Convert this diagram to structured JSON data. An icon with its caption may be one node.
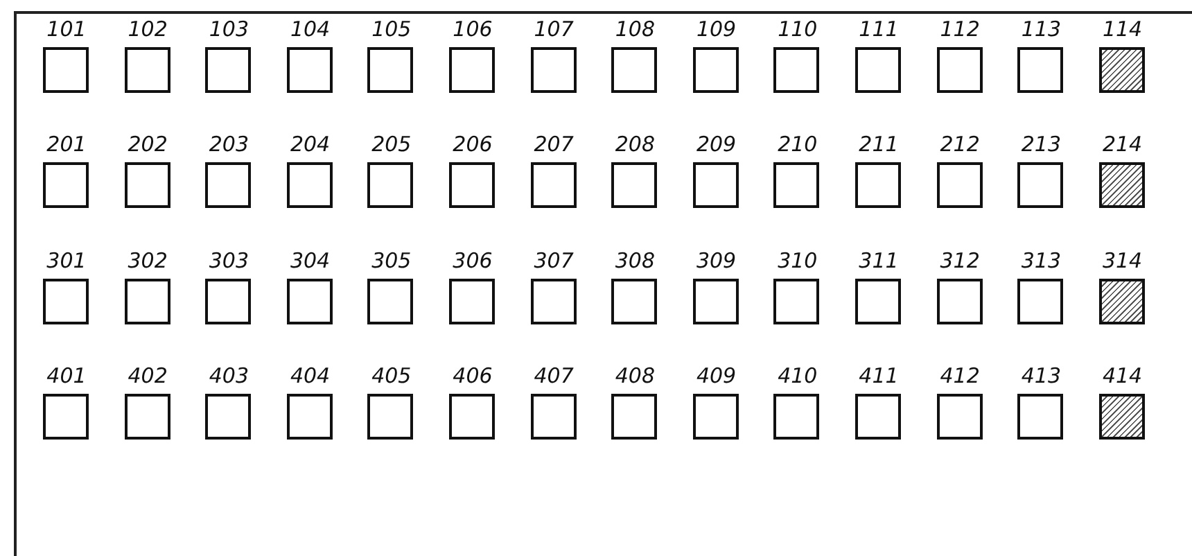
{
  "diagram": {
    "nodes": [
      {
        "text": [
          "101"
        ]
      },
      {
        "text": [
          "102"
        ]
      },
      {
        "text": [
          "103"
        ]
      },
      {
        "text": [
          "104"
        ]
      },
      {
        "text": [
          "105"
        ]
      },
      {
        "text": [
          "106"
        ]
      },
      {
        "text": [
          "107"
        ]
      },
      {
        "text": [
          "108"
        ]
      },
      {
        "text": [
          "109"
        ]
      },
      {
        "text": [
          "110"
        ]
      },
      {
        "text": [
          "111"
        ]
      },
      {
        "text": [
          "112"
        ]
      },
      {
        "text": [
          "113"
        ]
      },
      {
        "text": [
          "114"
        ]
      },
      {
        "text": [
          "201"
        ]
      },
      {
        "text": [
          "202"
        ]
      },
      {
        "text": [
          "203"
        ]
      },
      {
        "text": [
          "204"
        ]
      },
      {
        "text": [
          "205"
        ]
      },
      {
        "text": [
          "206"
        ]
      },
      {
        "text": [
          "207"
        ]
      },
      {
        "text": [
          "208"
        ]
      },
      {
        "text": [
          "209"
        ]
      },
      {
        "text": [
          "210"
        ]
      },
      {
        "text": [
          "211"
        ]
      },
      {
        "text": [
          "212"
        ]
      },
      {
        "text": [
          "213"
        ]
      },
      {
        "text": [
          "214"
        ]
      },
      {
        "text": [
          "301"
        ]
      },
      {
        "text": [
          "302"
        ]
      },
      {
        "text": [
          "303"
        ]
      },
      {
        "text": [
          "304"
        ]
      },
      {
        "text": [
          "305"
        ]
      },
      {
        "text": [
          "306"
        ]
      },
      {
        "text": [
          "307"
        ]
      },
      {
        "text": [
          "308"
        ]
      },
      {
        "text": [
          "309"
        ]
      },
      {
        "text": [
          "310"
        ]
      },
      {
        "text": [
          "311"
        ]
      },
      {
        "text": [
          "312"
        ]
      },
      {
        "text": [
          "313"
        ]
      },
      {
        "text": [
          "314"
        ]
      },
      {
        "text": [
          "401"
        ]
      },
      {
        "text": [
          "402"
        ]
      },
      {
        "text": [
          "403"
        ]
      },
      {
        "text": [
          "404"
        ]
      },
      {
        "text": [
          "405"
        ]
      },
      {
        "text": [
          "406"
        ]
      },
      {
        "text": [
          "407"
        ]
      },
      {
        "text": [
          "408"
        ]
      },
      {
        "text": [
          "409"
        ]
      },
      {
        "text": [
          "410"
        ]
      },
      {
        "text": [
          "411"
        ]
      },
      {
        "text": [
          "412"
        ]
      },
      {
        "text": [
          "413"
        ]
      },
      {
        "text": [
          "414"
        ]
      }
    ],
    "edges": []
  }
}
